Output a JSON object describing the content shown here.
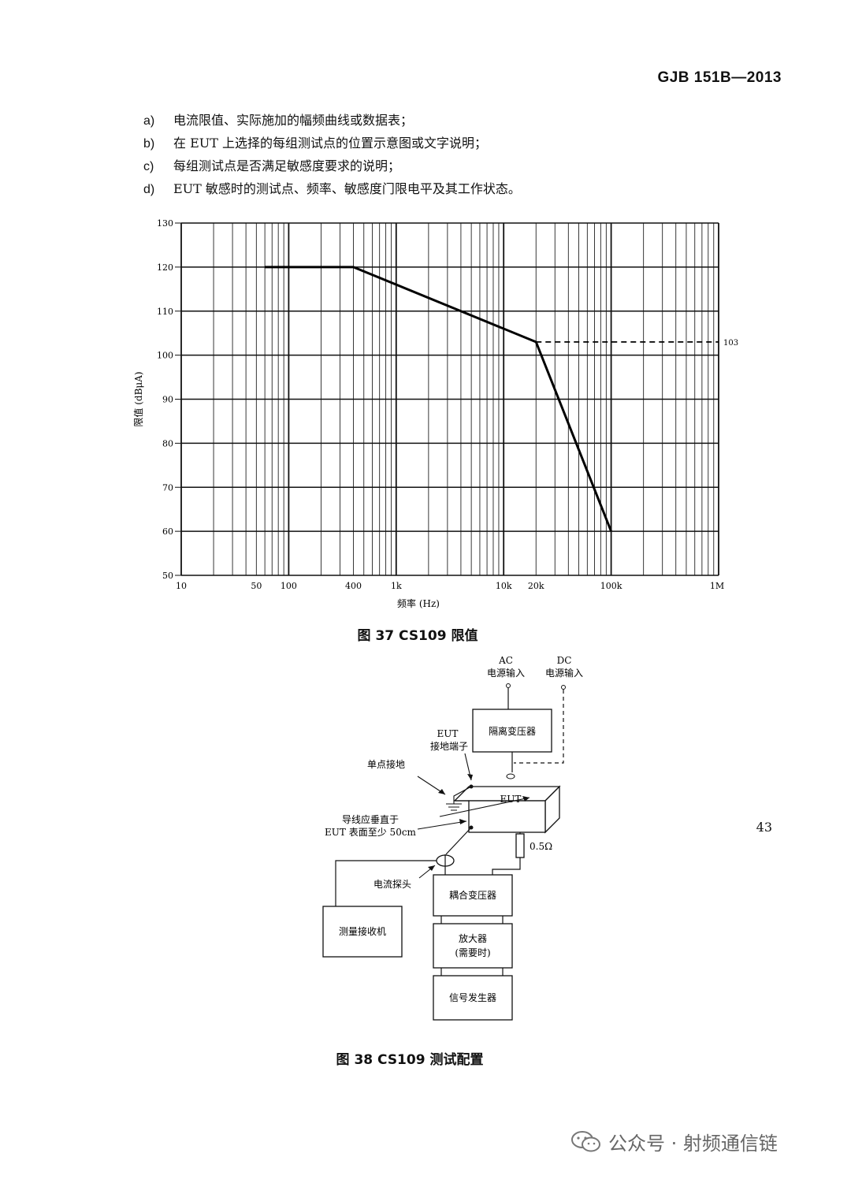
{
  "header": {
    "standard_number": "GJB 151B—2013"
  },
  "list_items": [
    {
      "mark": "a)",
      "text": "电流限值、实际施加的幅频曲线或数据表；"
    },
    {
      "mark": "b)",
      "text": "在 EUT 上选择的每组测试点的位置示意图或文字说明；"
    },
    {
      "mark": "c)",
      "text": "每组测试点是否满足敏感度要求的说明；"
    },
    {
      "mark": "d)",
      "text": "EUT 敏感时的测试点、频率、敏感度门限电平及其工作状态。"
    }
  ],
  "figure37": {
    "caption": "图 37    CS109 限值"
  },
  "chart_data": {
    "type": "line",
    "title": "",
    "xlabel": "频率 (Hz)",
    "ylabel": "限值 (dBμA)",
    "x_scale": "log",
    "xlim": [
      10,
      1000000
    ],
    "ylim": [
      50,
      130
    ],
    "grid": true,
    "x_tick_labels": [
      {
        "value": 10,
        "label": "10"
      },
      {
        "value": 50,
        "label": "50"
      },
      {
        "value": 100,
        "label": "100"
      },
      {
        "value": 400,
        "label": "400"
      },
      {
        "value": 1000,
        "label": "1k"
      },
      {
        "value": 10000,
        "label": "10k"
      },
      {
        "value": 20000,
        "label": "20k"
      },
      {
        "value": 100000,
        "label": "100k"
      },
      {
        "value": 1000000,
        "label": "1M"
      }
    ],
    "y_ticks": [
      50,
      60,
      70,
      80,
      90,
      100,
      110,
      120,
      130
    ],
    "series": [
      {
        "style": "solid",
        "x": [
          60,
          400,
          20000,
          100000
        ],
        "y": [
          120,
          120,
          103,
          60
        ]
      },
      {
        "style": "dashed",
        "x": [
          20000,
          1000000
        ],
        "y": [
          103,
          103
        ]
      }
    ],
    "annotations": [
      {
        "text": "103",
        "x": 1000000,
        "y": 103
      }
    ]
  },
  "figure38": {
    "caption": "图 38    CS109 测试配置",
    "ac_line1": "AC",
    "ac_line2": "电源输入",
    "dc_line1": "DC",
    "dc_line2": "电源输入",
    "isolation_transformer": "隔离变压器",
    "eut_gnd_line1": "EUT",
    "eut_gnd_line2": "接地端子",
    "single_point_ground": "单点接地",
    "eut": "EUT",
    "wire_note_line1": "导线应垂直于",
    "wire_note_line2": "EUT 表面至少 50cm",
    "resistor": "0.5Ω",
    "current_probe": "电流探头",
    "coupling_transformer": "耦合变压器",
    "receiver": "测量接收机",
    "amp_line1": "放大器",
    "amp_line2": "(需要时)",
    "signal_generator": "信号发生器"
  },
  "page_number": "43",
  "watermark": {
    "text": "公众号 · 射频通信链",
    "icon": "wechat-icon"
  }
}
